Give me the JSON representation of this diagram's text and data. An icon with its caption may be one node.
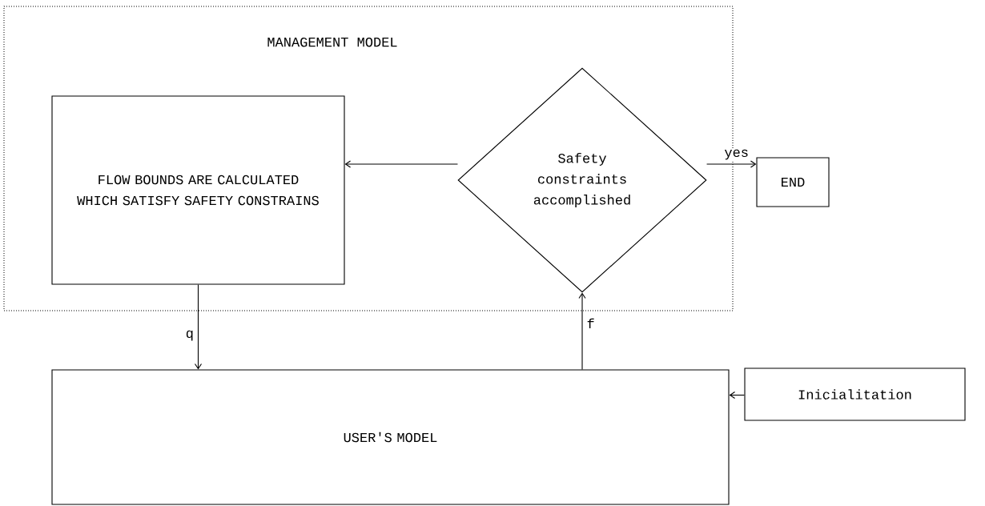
{
  "diagram": {
    "nodes": [
      {
        "text": [
          "MANAGEMENT MODEL"
        ]
      },
      {
        "text": [
          "FLOW BOUNDS ARE CALCULATED WHICH SATISFY SAFETY CONSTRAINS"
        ],
        "in": 0
      },
      {
        "text": [
          "Safety constraints accomplished"
        ],
        "in": 0
      },
      {
        "text": [
          "END"
        ]
      },
      {
        "text": [
          "USER'S MODEL"
        ]
      },
      {
        "text": [
          "Inicialitation"
        ]
      }
    ],
    "edges": [
      {
        "from": 2,
        "to": 1,
        "arrow": "to"
      },
      {
        "from": 2,
        "to": 3,
        "arrow": "to",
        "label": "yes"
      },
      {
        "from": 1,
        "to": 4,
        "arrow": "to",
        "label": "q"
      },
      {
        "from": 4,
        "to": 2,
        "arrow": "to",
        "label": "f"
      },
      {
        "from": 5,
        "to": 4,
        "arrow": "to"
      }
    ]
  }
}
